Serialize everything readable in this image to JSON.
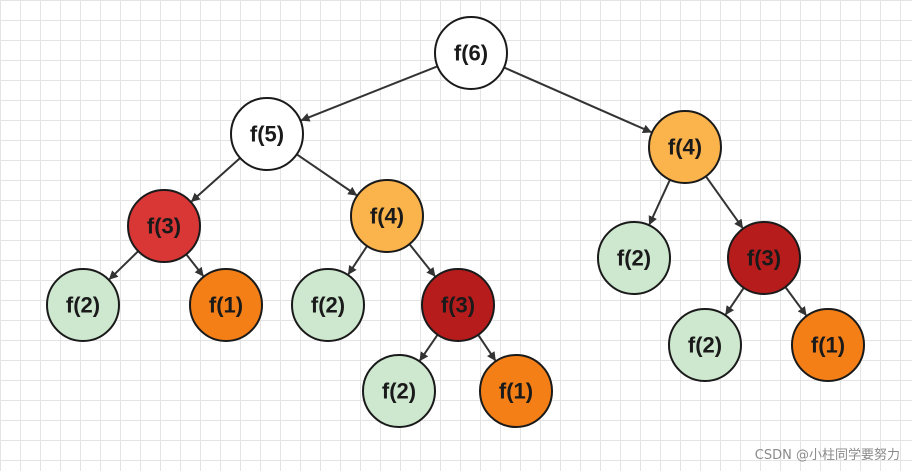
{
  "tree": {
    "nodes": [
      {
        "id": "n6",
        "label": "f(6)",
        "fill": "#ffffff",
        "text": "#1a1a1a"
      },
      {
        "id": "n5",
        "label": "f(5)",
        "fill": "#ffffff",
        "text": "#1a1a1a"
      },
      {
        "id": "n4r",
        "label": "f(4)",
        "fill": "#fbb34c",
        "text": "#1a1a1a"
      },
      {
        "id": "n3a",
        "label": "f(3)",
        "fill": "#d93636",
        "text": "#1a1a1a"
      },
      {
        "id": "n4m",
        "label": "f(4)",
        "fill": "#fbb34c",
        "text": "#1a1a1a"
      },
      {
        "id": "n2a",
        "label": "f(2)",
        "fill": "#cde8cf",
        "text": "#1a1a1a"
      },
      {
        "id": "n1a",
        "label": "f(1)",
        "fill": "#f57f17",
        "text": "#1a1a1a"
      },
      {
        "id": "n2b",
        "label": "f(2)",
        "fill": "#cde8cf",
        "text": "#1a1a1a"
      },
      {
        "id": "n3b",
        "label": "f(3)",
        "fill": "#b71c1c",
        "text": "#1a1a1a"
      },
      {
        "id": "n2c",
        "label": "f(2)",
        "fill": "#cde8cf",
        "text": "#1a1a1a"
      },
      {
        "id": "n1b",
        "label": "f(1)",
        "fill": "#f57f17",
        "text": "#1a1a1a"
      },
      {
        "id": "n2d",
        "label": "f(2)",
        "fill": "#cde8cf",
        "text": "#1a1a1a"
      },
      {
        "id": "n3c",
        "label": "f(3)",
        "fill": "#b71c1c",
        "text": "#1a1a1a"
      },
      {
        "id": "n2e",
        "label": "f(2)",
        "fill": "#cde8cf",
        "text": "#1a1a1a"
      },
      {
        "id": "n1c",
        "label": "f(1)",
        "fill": "#f57f17",
        "text": "#1a1a1a"
      }
    ],
    "edges": [
      [
        "n6",
        "n5"
      ],
      [
        "n6",
        "n4r"
      ],
      [
        "n5",
        "n3a"
      ],
      [
        "n5",
        "n4m"
      ],
      [
        "n3a",
        "n2a"
      ],
      [
        "n3a",
        "n1a"
      ],
      [
        "n4m",
        "n2b"
      ],
      [
        "n4m",
        "n3b"
      ],
      [
        "n3b",
        "n2c"
      ],
      [
        "n3b",
        "n1b"
      ],
      [
        "n4r",
        "n2d"
      ],
      [
        "n4r",
        "n3c"
      ],
      [
        "n3c",
        "n2e"
      ],
      [
        "n3c",
        "n1c"
      ]
    ]
  },
  "watermark": "CSDN @小柱同学要努力"
}
